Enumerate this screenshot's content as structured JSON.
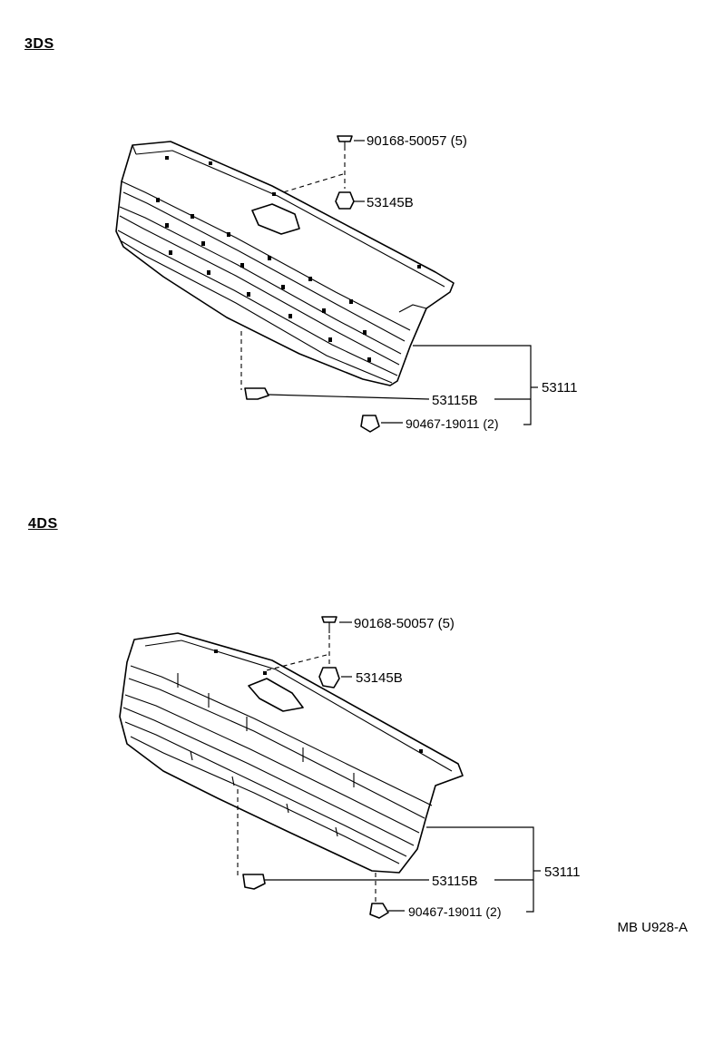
{
  "sections": [
    {
      "label": "3DS",
      "callouts": {
        "screw": "90168-50057 (5)",
        "clip_upper": "53145B",
        "clip_lower": "53115B",
        "assembly": "53111",
        "nut": "90467-19011 (2)"
      }
    },
    {
      "label": "4DS",
      "callouts": {
        "screw": "90168-50057 (5)",
        "clip_upper": "53145B",
        "clip_lower": "53115B",
        "assembly": "53111",
        "nut": "90467-19011 (2)"
      }
    }
  ],
  "reference_code": "MB U928-A"
}
